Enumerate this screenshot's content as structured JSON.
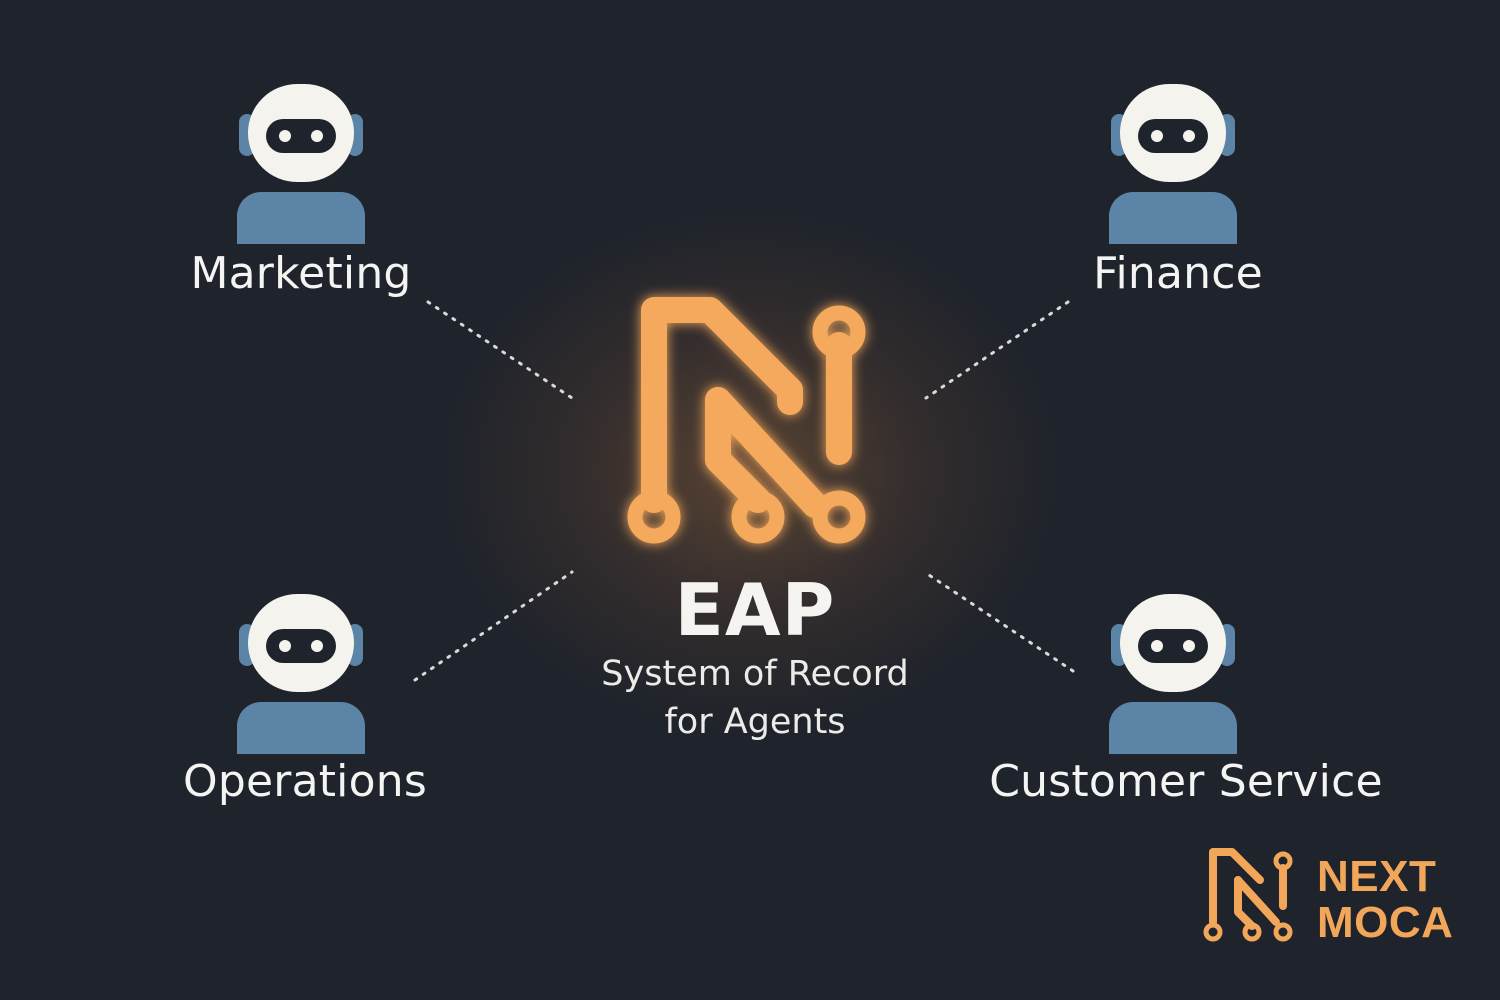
{
  "center": {
    "title": "EAP",
    "subtitle_line1": "System of Record",
    "subtitle_line2": "for Agents",
    "icon": "circuit-n-logo-icon"
  },
  "agents": [
    {
      "label": "Marketing",
      "icon": "robot-agent-icon"
    },
    {
      "label": "Finance",
      "icon": "robot-agent-icon"
    },
    {
      "label": "Operations",
      "icon": "robot-agent-icon"
    },
    {
      "label": "Customer Service",
      "icon": "robot-agent-icon"
    }
  ],
  "brand": {
    "line1": "NEXT",
    "line2": "MOCA"
  },
  "colors": {
    "background": "#1f232b",
    "accent": "#f2a65a",
    "robot_face": "#f5f3ee",
    "robot_body": "#5b84a6",
    "text": "#f4f4f2"
  }
}
